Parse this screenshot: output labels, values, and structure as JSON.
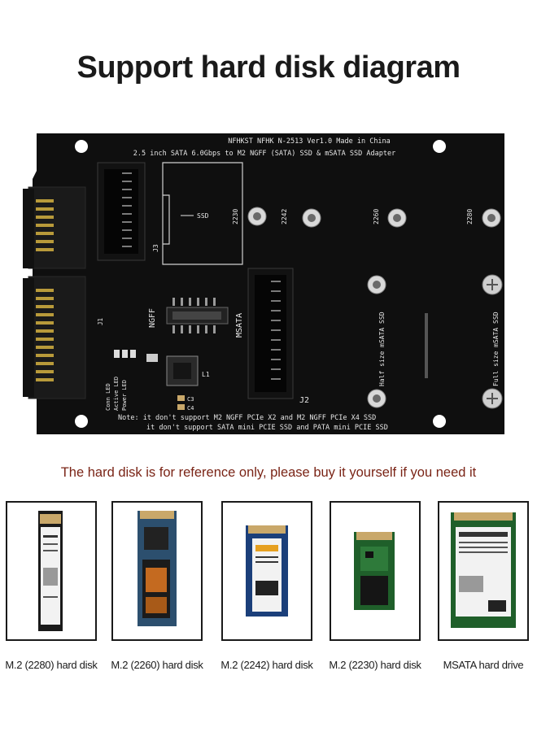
{
  "title": "Support hard disk diagram",
  "board": {
    "header_line1": "NFHKST NFHK N-2513 Ver1.0 Made in China",
    "header_line2": "2.5 inch SATA 6.0Gbps to M2 NGFF (SATA) SSD & mSATA SSD Adapter",
    "ssd_label": "SSD",
    "j3_label": "J3",
    "j1_label": "J1",
    "j2_label": "J2",
    "ngff_label": "NGFF",
    "msata_label": "MSATA",
    "l1_label": "L1",
    "c3_label": "C3",
    "c4_label": "C4",
    "pos_2230": "2230",
    "pos_2242": "2242",
    "pos_2260": "2260",
    "pos_2280": "2280",
    "half_size": "Half size mSATA SSD",
    "full_size": "Full size mSATA SSD",
    "led_conn": "Conn LED",
    "led_active": "Active LED",
    "led_power": "Power LED",
    "note_line1": "Note: it don't support M2 NGFF PCIe X2 and M2 NGFF PCIe X4 SSD",
    "note_line2": "it don't support SATA mini PCIE SSD and PATA mini PCIE SSD"
  },
  "notice": "The hard disk is for reference only, please buy it yourself if you need it",
  "disks": [
    {
      "caption": "M.2 (2280) hard disk"
    },
    {
      "caption": "M.2 (2260) hard disk"
    },
    {
      "caption": "M.2 (2242) hard disk"
    },
    {
      "caption": "M.2 (2230) hard disk"
    },
    {
      "caption": "MSATA hard drive"
    }
  ],
  "colors": {
    "pcb": "#0f0f0f",
    "silk": "#e6e6e6",
    "m2_pcb": "#1f5f2a",
    "label_white": "#f2f2f2",
    "title_text": "#1a1a1a",
    "notice_text": "#7a2416"
  }
}
